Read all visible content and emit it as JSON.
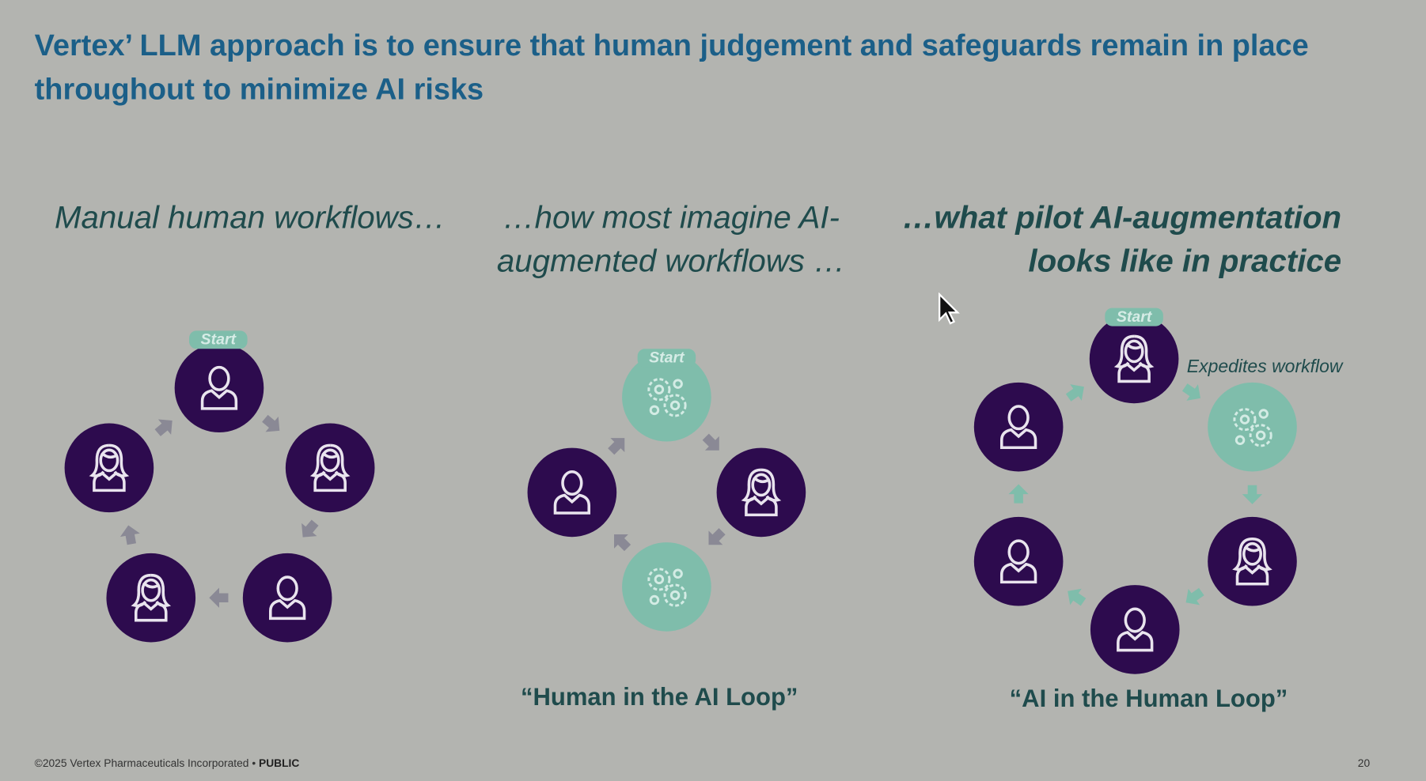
{
  "slide": {
    "title": "Vertex’ LLM approach is to ensure that human judgement and safeguards remain in place throughout to minimize AI risks",
    "columns": [
      {
        "heading": "Manual human workflows…",
        "start_label": "Start",
        "caption": ""
      },
      {
        "heading_line1": "…how most imagine AI-",
        "heading_line2": "augmented workflows …",
        "start_label": "Start",
        "caption": "“Human in the AI Loop”"
      },
      {
        "heading_line1": "…what pilot AI-augmentation",
        "heading_line2": "looks like in practice",
        "start_label": "Start",
        "annotation": "Expedites workflow",
        "caption": "“AI in the Human Loop”"
      }
    ],
    "footer": {
      "copyright": "©2025 Vertex Pharmaceuticals Incorporated",
      "separator": "•",
      "classification": "PUBLIC",
      "page_number": "20"
    }
  },
  "colors": {
    "background": "#b3b4b0",
    "title": "#1b5f88",
    "human": "#2d0b4e",
    "ai": "#7fbdab",
    "arrow_manual": "#8a8995"
  }
}
